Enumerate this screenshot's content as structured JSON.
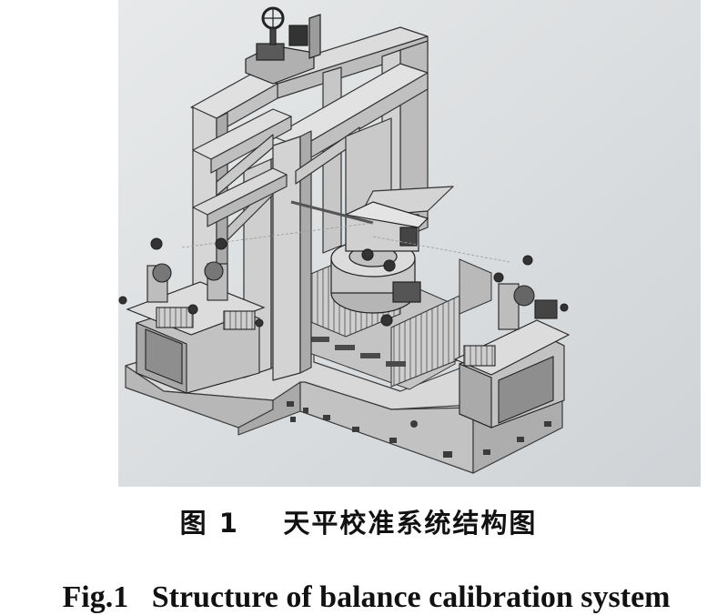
{
  "figure": {
    "caption_cn_label": "图 1",
    "caption_cn_text": "天平校准系统结构图",
    "caption_en_label": "Fig.1",
    "caption_en_text": "Structure of balance calibration system"
  }
}
